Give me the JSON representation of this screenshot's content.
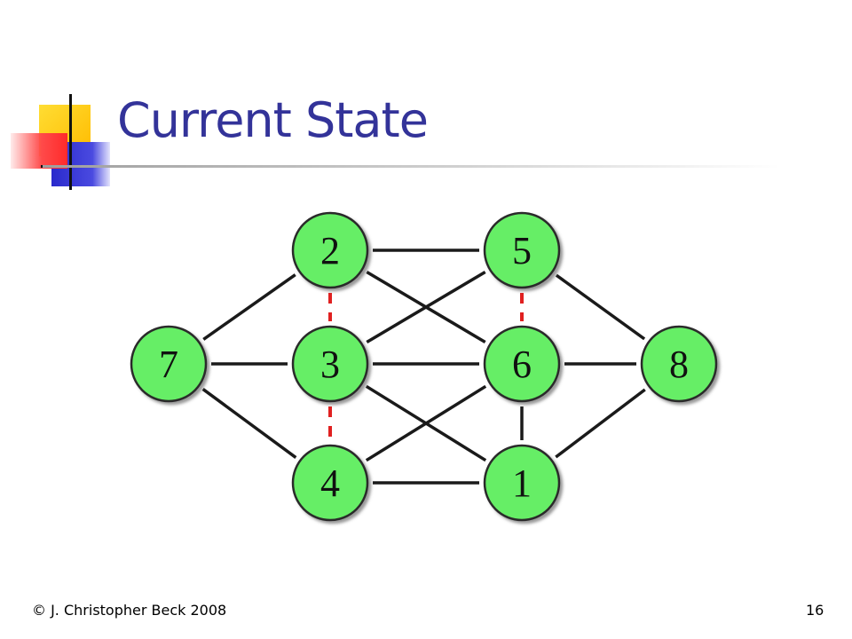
{
  "slide": {
    "title": "Current State",
    "footer": "© J. Christopher Beck 2008",
    "page_number": "16"
  },
  "colors": {
    "title": "#333399",
    "node_fill": "#66ee66",
    "edge": "#1a1a1a",
    "constraint_edge": "#e02020",
    "deco_yellow": "#ffcc00",
    "deco_blue": "#3333cc",
    "deco_red": "#ff3333"
  },
  "graph": {
    "nodes": [
      {
        "id": "n2",
        "label": "2"
      },
      {
        "id": "n5",
        "label": "5"
      },
      {
        "id": "n7",
        "label": "7"
      },
      {
        "id": "n3",
        "label": "3"
      },
      {
        "id": "n6",
        "label": "6"
      },
      {
        "id": "n8",
        "label": "8"
      },
      {
        "id": "n4",
        "label": "4"
      },
      {
        "id": "n1",
        "label": "1"
      }
    ],
    "edges": [
      {
        "from": "n7",
        "to": "n2",
        "style": "solid"
      },
      {
        "from": "n7",
        "to": "n3",
        "style": "solid"
      },
      {
        "from": "n7",
        "to": "n4",
        "style": "solid"
      },
      {
        "from": "n2",
        "to": "n5",
        "style": "solid"
      },
      {
        "from": "n2",
        "to": "n6",
        "style": "solid"
      },
      {
        "from": "n3",
        "to": "n5",
        "style": "solid"
      },
      {
        "from": "n3",
        "to": "n6",
        "style": "solid"
      },
      {
        "from": "n3",
        "to": "n1",
        "style": "solid"
      },
      {
        "from": "n4",
        "to": "n6",
        "style": "solid"
      },
      {
        "from": "n4",
        "to": "n1",
        "style": "solid"
      },
      {
        "from": "n6",
        "to": "n1",
        "style": "solid"
      },
      {
        "from": "n5",
        "to": "n8",
        "style": "solid"
      },
      {
        "from": "n6",
        "to": "n8",
        "style": "solid"
      },
      {
        "from": "n1",
        "to": "n8",
        "style": "solid"
      },
      {
        "from": "n2",
        "to": "n3",
        "style": "dashed"
      },
      {
        "from": "n3",
        "to": "n4",
        "style": "dashed"
      },
      {
        "from": "n5",
        "to": "n6",
        "style": "dashed"
      }
    ]
  }
}
